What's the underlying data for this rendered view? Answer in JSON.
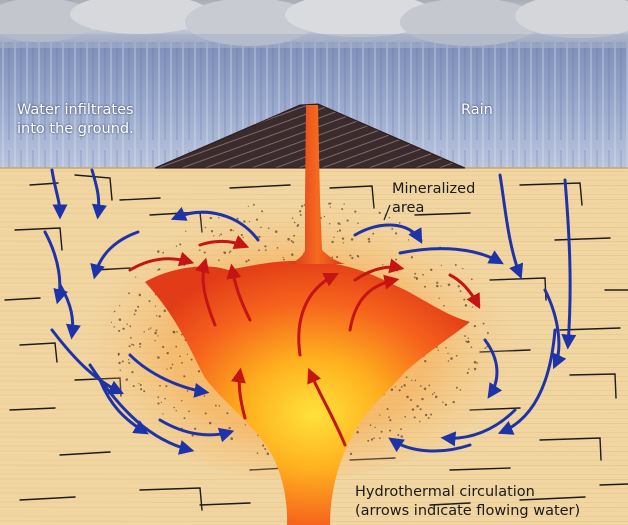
{
  "labels": {
    "infiltrates_line1": "Water infiltrates",
    "infiltrates_line2": "into the ground.",
    "rain": "Rain",
    "mineralized_line1": "Mineralized",
    "mineralized_line2": "area",
    "hydro_line1": "Hydrothermal circulation",
    "hydro_line2": "(arrows indicate flowing water)"
  },
  "colors": {
    "sky": "#8f9fc4",
    "cloud": "#c9ccd2",
    "ground": "#f2d6a2",
    "magma_core": "#ffd21f",
    "magma_edge": "#e8461a",
    "flow_arrow_blue": "#1f33a8",
    "flow_arrow_red": "#c41414",
    "volcano_cone": "#3a2a2a"
  },
  "icons": {
    "cold_flow": "blue-arrow",
    "hot_flow": "red-arrow"
  }
}
